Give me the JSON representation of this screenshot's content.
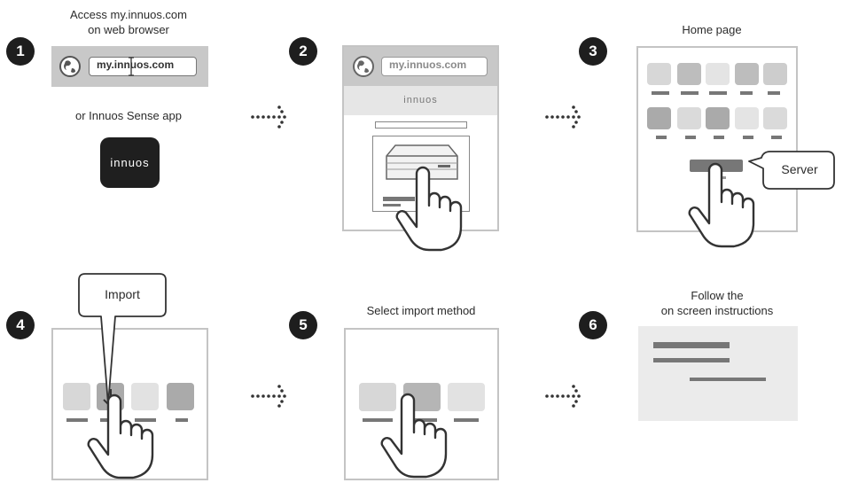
{
  "steps": [
    {
      "number": "1",
      "caption_line1": "Access my.innuos.com",
      "caption_line2": "on web browser",
      "url": "my.innuos.com",
      "alt_text": "or Innuos Sense app",
      "app_name": "innuos"
    },
    {
      "number": "2",
      "url": "my.innuos.com",
      "brand": "innuos"
    },
    {
      "number": "3",
      "caption": "Home page",
      "callout": "Server"
    },
    {
      "number": "4",
      "callout": "Import"
    },
    {
      "number": "5",
      "caption": "Select import method"
    },
    {
      "number": "6",
      "caption_line1": "Follow the",
      "caption_line2": "on screen instructions"
    }
  ],
  "colors": {
    "badge": "#1e1e1e",
    "frame_border": "#c4c4c4",
    "bar_gray": "#c8c8c8",
    "dash": "#777777",
    "text": "#2b2b2b"
  },
  "icons": [
    "globe-icon",
    "hand-pointer-icon",
    "dotted-arrow-icon",
    "down-arrow-icon",
    "cursor-icon"
  ]
}
